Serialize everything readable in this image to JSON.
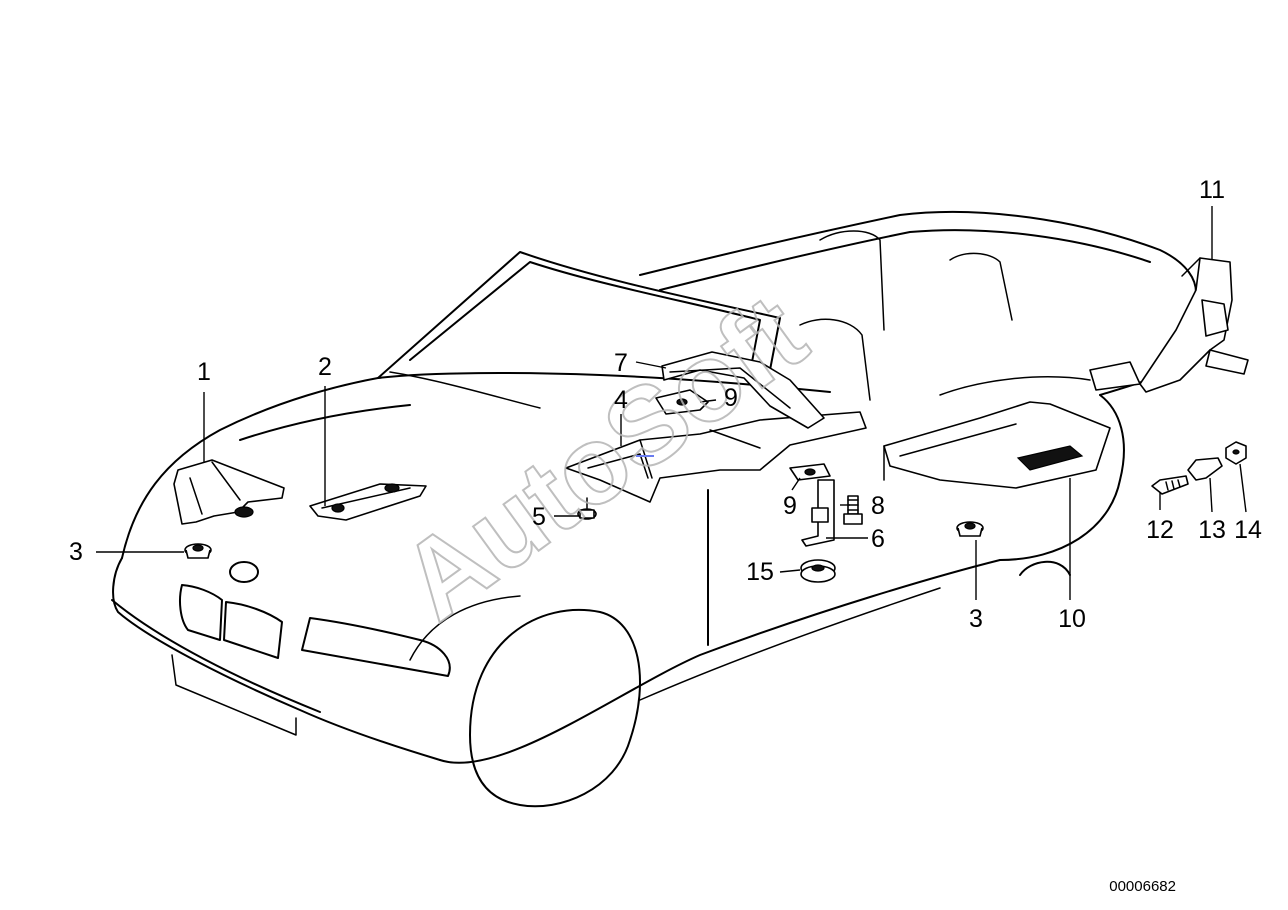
{
  "diagram": {
    "reference_number": "00006682",
    "watermark": "AutoSoft",
    "callouts": [
      {
        "id": "c1",
        "label": "1"
      },
      {
        "id": "c2",
        "label": "2"
      },
      {
        "id": "c3a",
        "label": "3"
      },
      {
        "id": "c3b",
        "label": "3"
      },
      {
        "id": "c4",
        "label": "4"
      },
      {
        "id": "c5",
        "label": "5"
      },
      {
        "id": "c6",
        "label": "6"
      },
      {
        "id": "c7",
        "label": "7"
      },
      {
        "id": "c8",
        "label": "8"
      },
      {
        "id": "c9a",
        "label": "9"
      },
      {
        "id": "c9b",
        "label": "9"
      },
      {
        "id": "c10",
        "label": "10"
      },
      {
        "id": "c11",
        "label": "11"
      },
      {
        "id": "c12",
        "label": "12"
      },
      {
        "id": "c13",
        "label": "13"
      },
      {
        "id": "c14",
        "label": "14"
      },
      {
        "id": "c15",
        "label": "15"
      }
    ]
  }
}
